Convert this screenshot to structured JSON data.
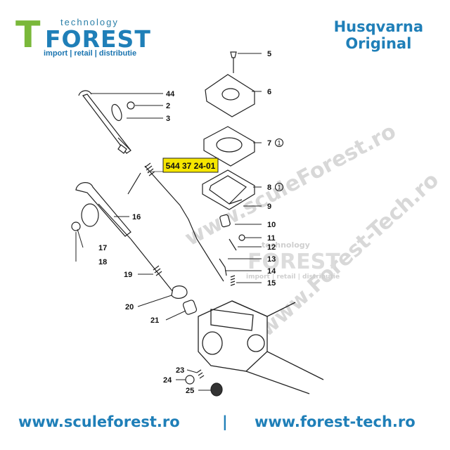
{
  "header": {
    "logo": {
      "letter": "T",
      "tagline": "technology",
      "name": "FOREST",
      "subtitle": "import | retail | distributie"
    },
    "brand_line1": "Husqvarna",
    "brand_line2": "Original"
  },
  "highlight_part_number": "544 37 24-01",
  "callouts": [
    "44",
    "2",
    "3",
    "5",
    "6",
    "7",
    "8",
    "9",
    "10",
    "11",
    "12",
    "13",
    "14",
    "15",
    "16",
    "17",
    "18",
    "19",
    "20",
    "21",
    "23",
    "24",
    "25"
  ],
  "circled_note": "1",
  "watermark": {
    "text1": "www.sculeForest.ro",
    "text2": "www.Forest-Tech.ro",
    "logo_tagline": "technology",
    "logo_name": "FOREST",
    "logo_subtitle": "import | retail | distributie"
  },
  "footer": {
    "url_left": "www.sculeforest.ro",
    "separator": "|",
    "url_right": "www.forest-tech.ro"
  },
  "colors": {
    "brand_blue": "#1f7fb8",
    "logo_green": "#7ab83a",
    "highlight_yellow": "#f6e600"
  }
}
